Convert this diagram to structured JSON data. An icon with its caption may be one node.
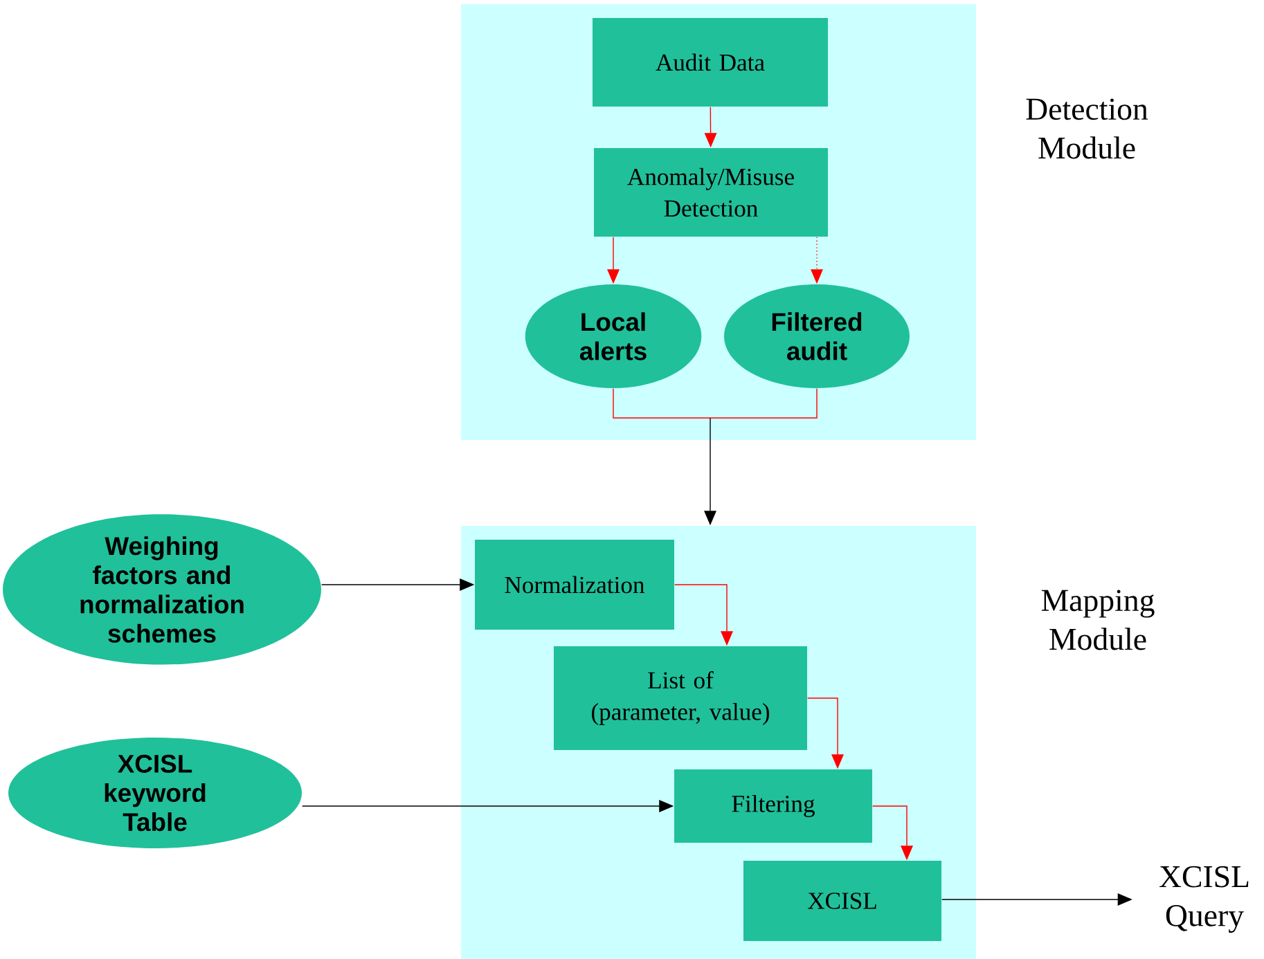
{
  "diagram": {
    "nodes": [
      {
        "text": [
          "Detection Module"
        ]
      },
      {
        "text": [
          "Audit Data"
        ],
        "in": 0
      },
      {
        "text": [
          "Anomaly/Misuse Detection"
        ],
        "in": 0
      },
      {
        "text": [
          "Local alerts"
        ],
        "in": 0
      },
      {
        "text": [
          "Filtered audit"
        ],
        "in": 0
      },
      {
        "text": [
          "Mapping Module"
        ]
      },
      {
        "text": [
          "Weighing factors and normalization schemes"
        ]
      },
      {
        "text": [
          "Normalization"
        ],
        "in": 5
      },
      {
        "text": [
          "List of (parameter, value)"
        ],
        "in": 5
      },
      {
        "text": [
          "XCISL keyword Table"
        ]
      },
      {
        "text": [
          "Filtering"
        ],
        "in": 5
      },
      {
        "text": [
          "XCISL"
        ],
        "in": 5
      },
      {
        "text": [
          "XCISL Query"
        ]
      }
    ],
    "edges": [
      {
        "from": 1,
        "to": 2,
        "arrow": "to"
      },
      {
        "from": 2,
        "to": 3,
        "arrow": "to"
      },
      {
        "from": 2,
        "to": 4,
        "arrow": "to",
        "style": "dashed"
      },
      {
        "from": 3,
        "to": 5,
        "arrow": "to"
      },
      {
        "from": 4,
        "to": 5,
        "arrow": "to"
      },
      {
        "from": 6,
        "to": 7,
        "arrow": "to",
        "color": "#000000"
      },
      {
        "from": 7,
        "to": 8,
        "arrow": "to"
      },
      {
        "from": 8,
        "to": 10,
        "arrow": "to"
      },
      {
        "from": 9,
        "to": 10,
        "arrow": "to",
        "color": "#000000"
      },
      {
        "from": 10,
        "to": 11,
        "arrow": "to"
      },
      {
        "from": 11,
        "to": 12,
        "arrow": "to",
        "color": "#000000"
      }
    ]
  }
}
